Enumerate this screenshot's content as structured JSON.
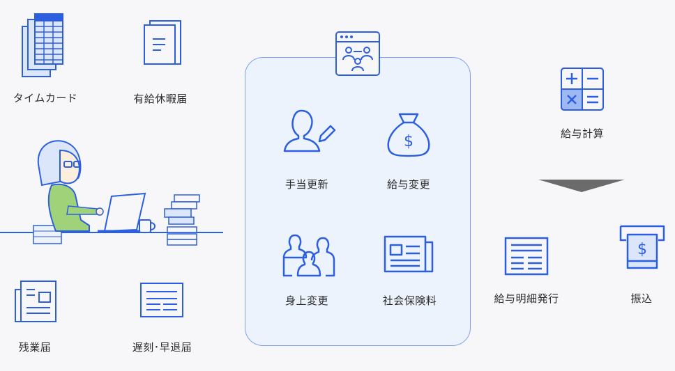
{
  "left_items": {
    "timecard": "タイムカード",
    "paid_leave": "有給休暇届",
    "overtime": "残業届",
    "late_early": "遅刻･早退届"
  },
  "center_panel": {
    "allowance_update": "手当更新",
    "salary_change": "給与変更",
    "personal_change": "身上変更",
    "social_insurance": "社会保険料"
  },
  "right_items": {
    "payroll_calc": "給与計算",
    "payslip_issue": "給与明細発行",
    "transfer": "振込"
  },
  "colors": {
    "icon_stroke": "#2c5fe0",
    "icon_fill_light": "#dbe6fb",
    "panel_border": "#7ea2f0",
    "panel_bg": "#edf3fd",
    "arrow": "#6b6b6b",
    "person_shirt": "#9fd279"
  }
}
